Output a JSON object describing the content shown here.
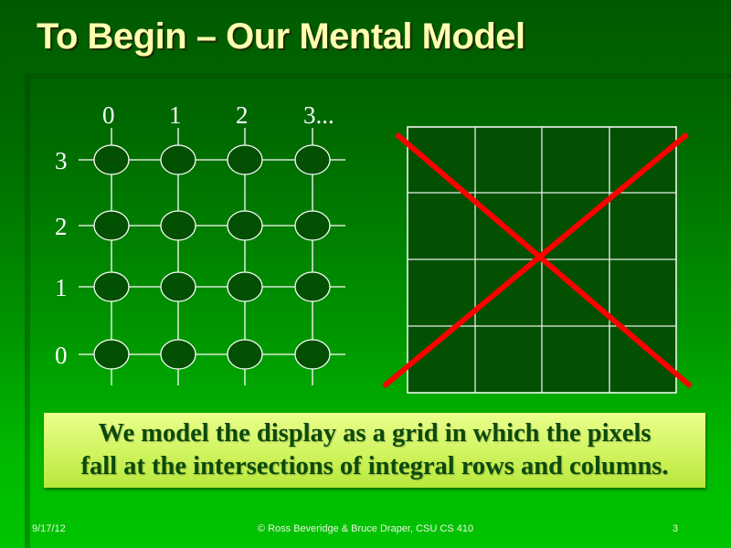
{
  "slide": {
    "title": "To Begin – Our Mental Model",
    "callout": {
      "line1": "We model the display as a grid in which the pixels",
      "line2": "fall at the intersections of integral rows and columns."
    },
    "footer": {
      "date": "9/17/12",
      "copyright": "© Ross Beveridge & Bruce Draper, CSU CS 410",
      "page_number": "3"
    }
  },
  "left_diagram": {
    "description": "pixel-at-intersection grid",
    "column_labels": [
      "0",
      "1",
      "2",
      "3..."
    ],
    "row_labels": [
      "3",
      "2",
      "1",
      "0"
    ],
    "node_count": 16
  },
  "right_diagram": {
    "description": "pixel-as-cell grid (crossed out)",
    "rows": 4,
    "cols": 4,
    "crossed_out": true
  },
  "colors": {
    "title": "#ffffb0",
    "node_fill": "#035003",
    "grid_line": "#ffffff",
    "cross": "#ff0000",
    "callout_text": "#0c4a0c"
  }
}
